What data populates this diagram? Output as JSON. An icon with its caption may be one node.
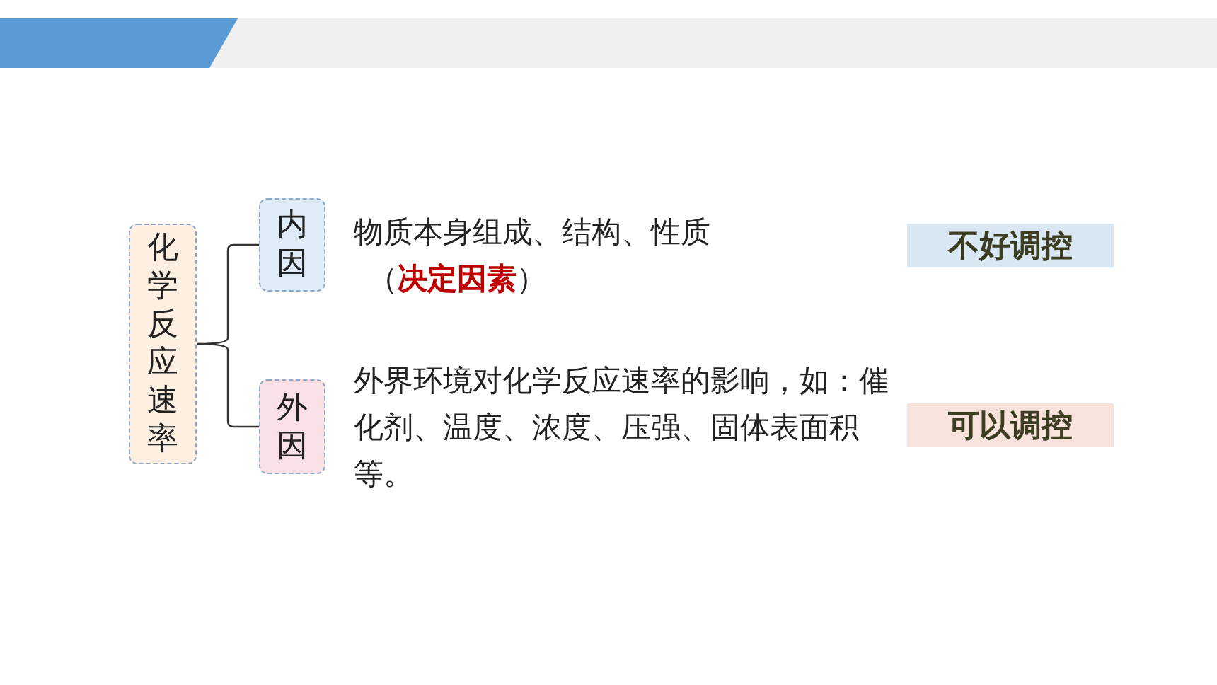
{
  "diagram": {
    "nodes": [
      {
        "text": [
          "化学反应速率"
        ]
      },
      {
        "text": [
          "内因"
        ],
        "beside": [
          "物质本身组成、结构、性质",
          "（**决定因素**）"
        ]
      },
      {
        "text": [
          "外因"
        ],
        "beside": [
          "外界环境对化学反应速率的影响，如：催化剂、温度、浓度、压强、固体表面积等。"
        ]
      },
      {
        "text": [
          "不好调控"
        ]
      },
      {
        "text": [
          "可以调控"
        ]
      }
    ],
    "edges": [
      {
        "from": 0,
        "to": 1,
        "arrow": "none"
      },
      {
        "from": 0,
        "to": 2,
        "arrow": "none"
      }
    ]
  }
}
